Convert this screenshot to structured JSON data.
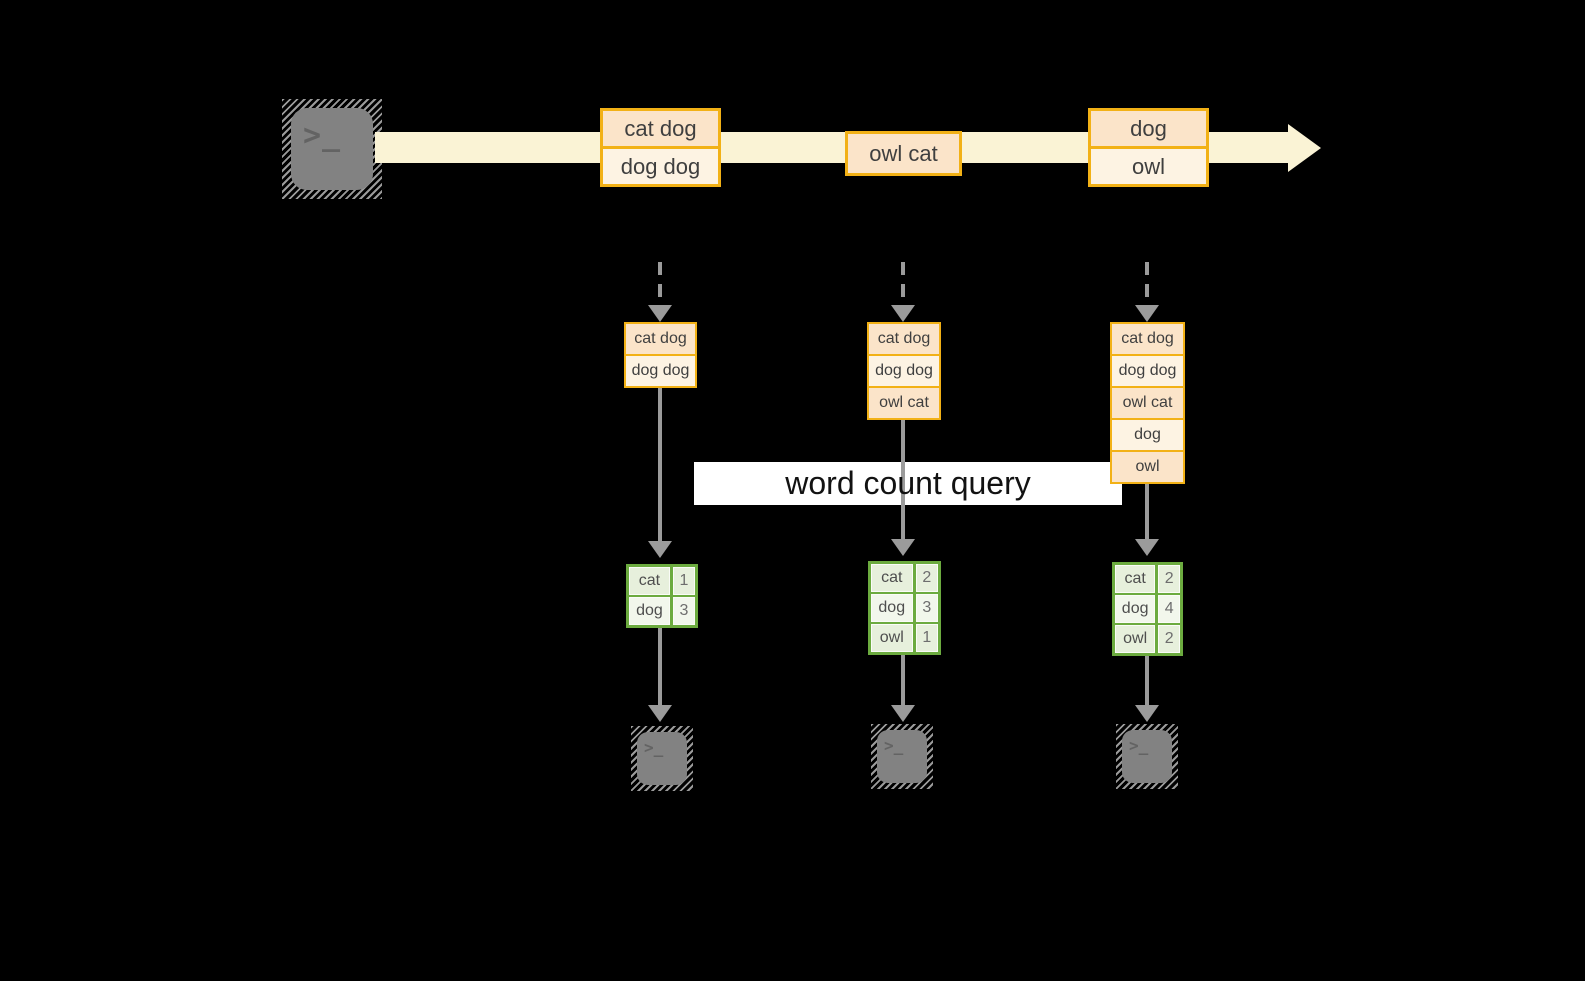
{
  "label": {
    "text": "word count query"
  },
  "terminal_glyph": ">_",
  "stream": {
    "source_icon": "terminal-icon",
    "batches": [
      {
        "rows": [
          "cat dog",
          "dog dog"
        ]
      },
      {
        "rows": [
          "owl cat"
        ]
      },
      {
        "rows": [
          "dog",
          "owl"
        ]
      }
    ]
  },
  "columns": [
    {
      "micro_batch": [
        "cat dog",
        "dog dog"
      ],
      "counts": [
        {
          "word": "cat",
          "count": "1"
        },
        {
          "word": "dog",
          "count": "3"
        }
      ],
      "sink_icon": "terminal-icon"
    },
    {
      "micro_batch": [
        "cat dog",
        "dog dog",
        "owl cat"
      ],
      "counts": [
        {
          "word": "cat",
          "count": "2"
        },
        {
          "word": "dog",
          "count": "3"
        },
        {
          "word": "owl",
          "count": "1"
        }
      ],
      "sink_icon": "terminal-icon"
    },
    {
      "micro_batch": [
        "cat dog",
        "dog dog",
        "owl cat",
        "dog",
        "owl"
      ],
      "counts": [
        {
          "word": "cat",
          "count": "2"
        },
        {
          "word": "dog",
          "count": "4"
        },
        {
          "word": "owl",
          "count": "2"
        }
      ],
      "sink_icon": "terminal-icon"
    }
  ],
  "colors": {
    "background": "#000000",
    "stream_band": "#FAF3D5",
    "batch_border": "#F2B116",
    "batch_fill_dark": "#FBE4C9",
    "batch_fill_light": "#FDF3E3",
    "count_border": "#6CAB3F",
    "count_fill_dark": "#E7F0DC",
    "count_fill_light": "#F2F7EC",
    "arrow": "#9B9B9B",
    "terminal": "#828282",
    "label_background": "#FFFFFF",
    "text_dark": "#3F3F3F"
  }
}
